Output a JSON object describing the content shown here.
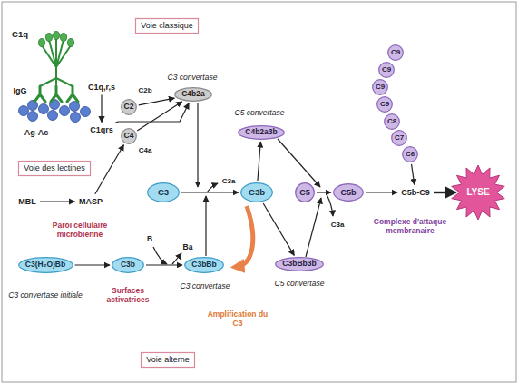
{
  "diagram": {
    "nodes": [
      {
        "text": [
          "Voie classique"
        ]
      },
      {
        "text": [
          "C1q,r,s"
        ]
      },
      {
        "text": [
          "C1qrs"
        ]
      },
      {
        "text": [
          "C2"
        ]
      },
      {
        "text": [
          "C4"
        ]
      },
      {
        "text": [
          "C4b2a"
        ]
      },
      {
        "text": [
          "Voie des lectines"
        ]
      },
      {
        "text": [
          "MBL"
        ]
      },
      {
        "text": [
          "MASP"
        ]
      },
      {
        "text": [
          "C3"
        ]
      },
      {
        "text": [
          "C3b"
        ]
      },
      {
        "text": [
          "C4b2a3b"
        ]
      },
      {
        "text": [
          "C5"
        ]
      },
      {
        "text": [
          "C5b"
        ]
      },
      {
        "text": [
          "C9"
        ]
      },
      {
        "text": [
          "C9"
        ]
      },
      {
        "text": [
          "C9"
        ]
      },
      {
        "text": [
          "C9"
        ]
      },
      {
        "text": [
          "C8"
        ]
      },
      {
        "text": [
          "C7"
        ]
      },
      {
        "text": [
          "C6"
        ]
      },
      {
        "text": [
          "C5b-C9"
        ]
      },
      {
        "text": [
          "LYSE"
        ]
      },
      {
        "text": [
          "C3bBb3b"
        ]
      },
      {
        "text": [
          "C3(H₂O)Bb"
        ]
      },
      {
        "text": [
          "C3b"
        ]
      },
      {
        "text": [
          "C3bBb"
        ]
      },
      {
        "text": [
          "Voie alterne"
        ]
      }
    ],
    "edges": [
      {
        "from": 1,
        "to": 2,
        "arrow": "to"
      },
      {
        "from": 2,
        "to": 5,
        "arrow": "to"
      },
      {
        "from": 3,
        "to": 5,
        "arrow": "to"
      },
      {
        "from": 4,
        "to": 5,
        "arrow": "to"
      },
      {
        "from": 7,
        "to": 8,
        "arrow": "to"
      },
      {
        "from": 8,
        "to": 4,
        "arrow": "to"
      },
      {
        "from": 9,
        "to": 10,
        "arrow": "to"
      },
      {
        "from": 10,
        "to": 11,
        "arrow": "to"
      },
      {
        "from": 10,
        "to": 23,
        "arrow": "to"
      },
      {
        "from": 12,
        "to": 13,
        "arrow": "to"
      },
      {
        "from": 13,
        "to": 21,
        "arrow": "to"
      },
      {
        "from": 20,
        "to": 21,
        "arrow": "to"
      },
      {
        "from": 21,
        "to": 22,
        "arrow": "to"
      },
      {
        "from": 24,
        "to": 25,
        "arrow": "to"
      },
      {
        "from": 25,
        "to": 26,
        "arrow": "to"
      }
    ],
    "labels": [
      "C1q",
      "IgG",
      "Ag-Ac",
      "C2b",
      "C4a",
      "C3 convertase",
      "Paroi cellulaire microbienne",
      "C3a",
      "C5 convertase",
      "C3a",
      "Complexe d'attaque membranaire",
      "B",
      "Ba",
      "C3 convertase initiale",
      "Surfaces activatrices",
      "C3 convertase",
      "Amplification du C3",
      "C5 convertase"
    ]
  }
}
